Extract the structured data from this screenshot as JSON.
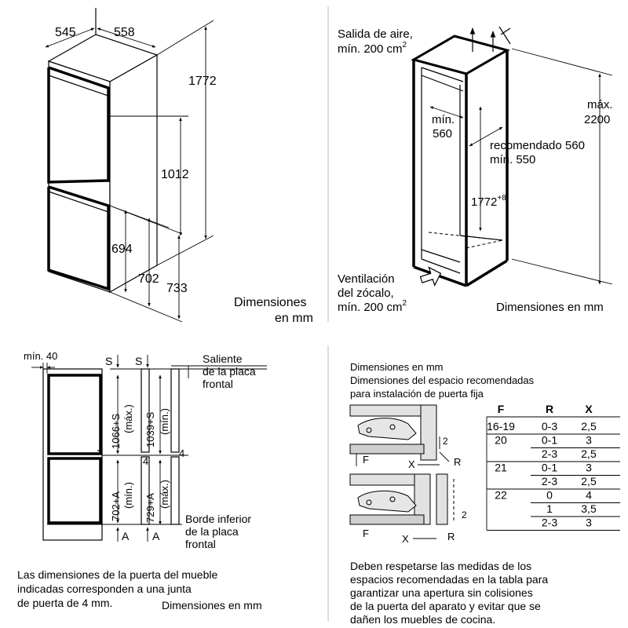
{
  "panel_tl": {
    "dim_depth": "545",
    "dim_width": "558",
    "dim_height": "1772",
    "dim_upper": "1012",
    "dim_694": "694",
    "dim_702": "702",
    "dim_733": "733",
    "caption_line1": "Dimensiones",
    "caption_line2": "en mm"
  },
  "panel_tr": {
    "air_out_line1": "Salida de aire,",
    "air_out_line2": "mín. 200 cm",
    "sup2": "2",
    "min_label": "mín.",
    "min_value": "560",
    "recommended": "recomendado 560",
    "min_550": "mín. 550",
    "height": "1772",
    "height_sup": "+8",
    "max_label": "máx.",
    "max_value": "2200",
    "vent_line1": "Ventilación",
    "vent_line2": "del zócalo,",
    "vent_line3": "mín. 200 cm",
    "caption": "Dimensiones en mm"
  },
  "panel_bl": {
    "min40": "mín. 40",
    "s1": "S",
    "s2": "S",
    "a1": "A",
    "a2": "A",
    "four1": "4",
    "four2": "4",
    "dim_1066": "1066+S",
    "dim_1066_b": "(máx.)",
    "dim_1039": "1039+S",
    "dim_1039_b": "(mín.)",
    "dim_702": "702+A",
    "dim_702_b": "(mín.)",
    "dim_729": "729+A",
    "dim_729_b": "(máx.)",
    "saliente_1": "Saliente",
    "saliente_2": "de la placa",
    "saliente_3": "frontal",
    "borde_1": "Borde inferior",
    "borde_2": "de la placa",
    "borde_3": "frontal",
    "note_1": "Las dimensiones de la puerta del mueble",
    "note_2": "indicadas corresponden a una junta",
    "note_3": "de puerta de 4 mm.",
    "caption": "Dimensiones en mm"
  },
  "panel_br": {
    "head_1": "Dimensiones en mm",
    "head_2": "Dimensiones del espacio recomendadas",
    "head_3": "para instalación de puerta fija",
    "label_f": "F",
    "label_x": "X",
    "label_r": "R",
    "label_2": "2",
    "table_headers": [
      "F",
      "R",
      "X"
    ],
    "table_rows": [
      {
        "f": "16-19",
        "r": "0-3",
        "x": "2,5"
      },
      {
        "f": "20",
        "r": "0-1",
        "x": "3"
      },
      {
        "f": "",
        "r": "2-3",
        "x": "2,5"
      },
      {
        "f": "21",
        "r": "0-1",
        "x": "3"
      },
      {
        "f": "",
        "r": "2-3",
        "x": "2,5"
      },
      {
        "f": "22",
        "r": "0",
        "x": "4"
      },
      {
        "f": "",
        "r": "1",
        "x": "3,5"
      },
      {
        "f": "",
        "r": "2-3",
        "x": "3"
      }
    ],
    "note_1": "Deben respetarse las medidas de los",
    "note_2": "espacios recomendadas en la tabla para",
    "note_3": "garantizar una apertura sin colisiones",
    "note_4": "de la puerta del aparato y evitar que se",
    "note_5": "dañen los muebles de cocina."
  }
}
